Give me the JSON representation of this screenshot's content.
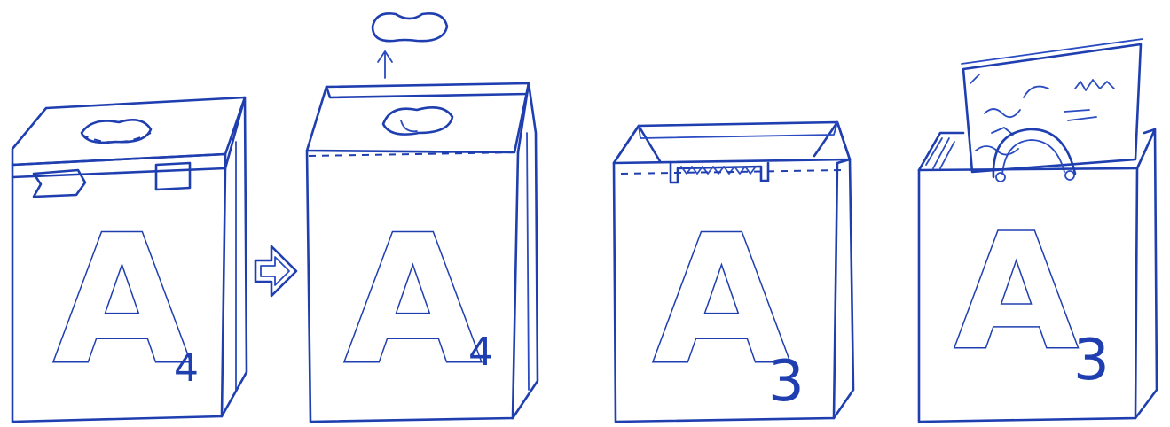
{
  "panels": [
    {
      "id": "bag-1",
      "letter": "A",
      "size": "4"
    },
    {
      "id": "bag-2",
      "letter": "A",
      "size": "4"
    },
    {
      "id": "bag-3",
      "letter": "A",
      "size": "3"
    },
    {
      "id": "bag-4",
      "letter": "A",
      "size": "3"
    }
  ],
  "colors": {
    "ink": "#1f3fb0",
    "paper": "#ffffff"
  }
}
